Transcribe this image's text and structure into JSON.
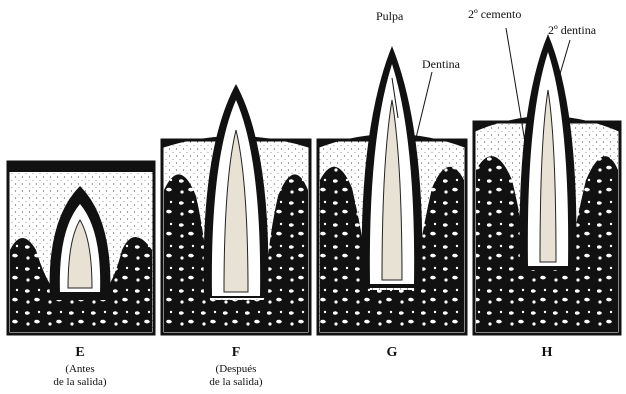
{
  "panels": [
    {
      "letter": "E",
      "sub_line1": "(Antes",
      "sub_line2": "de la salida)"
    },
    {
      "letter": "F",
      "sub_line1": "(Después",
      "sub_line2": "de la salida)"
    },
    {
      "letter": "G",
      "sub_line1": "",
      "sub_line2": ""
    },
    {
      "letter": "H",
      "sub_line1": "",
      "sub_line2": ""
    }
  ],
  "callouts": {
    "pulpa": "Pulpa",
    "dentina": "Dentina",
    "cemento2": "2º cemento",
    "dentina2": "2º dentina"
  },
  "colors": {
    "ink": "#111111",
    "paper": "#ffffff",
    "speckle": "#d8d2c4"
  }
}
